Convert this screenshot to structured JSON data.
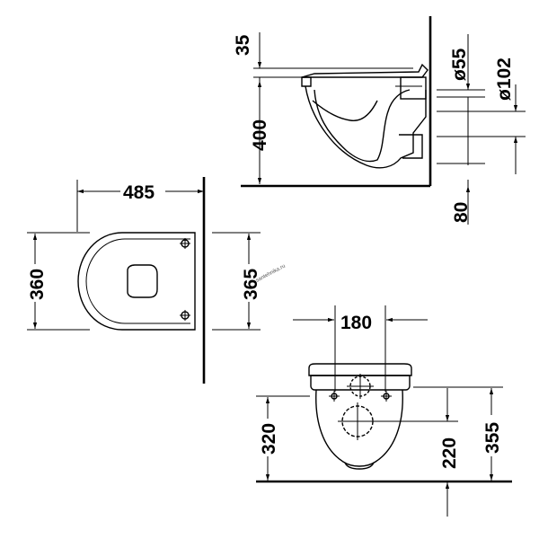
{
  "dimensions": {
    "side_top_gap": "35",
    "side_height": "400",
    "side_inlet_dia": "ø55",
    "side_outlet_dia": "ø102",
    "side_outlet_height": "80",
    "top_length": "485",
    "top_width": "360",
    "top_bracket_spacing": "365",
    "front_bolt_spacing": "180",
    "front_seat_height": "320",
    "front_outlet_height": "220",
    "front_total_height": "355"
  },
  "watermark": "santehnika.ru",
  "colors": {
    "line": "#000000",
    "background": "#ffffff"
  }
}
